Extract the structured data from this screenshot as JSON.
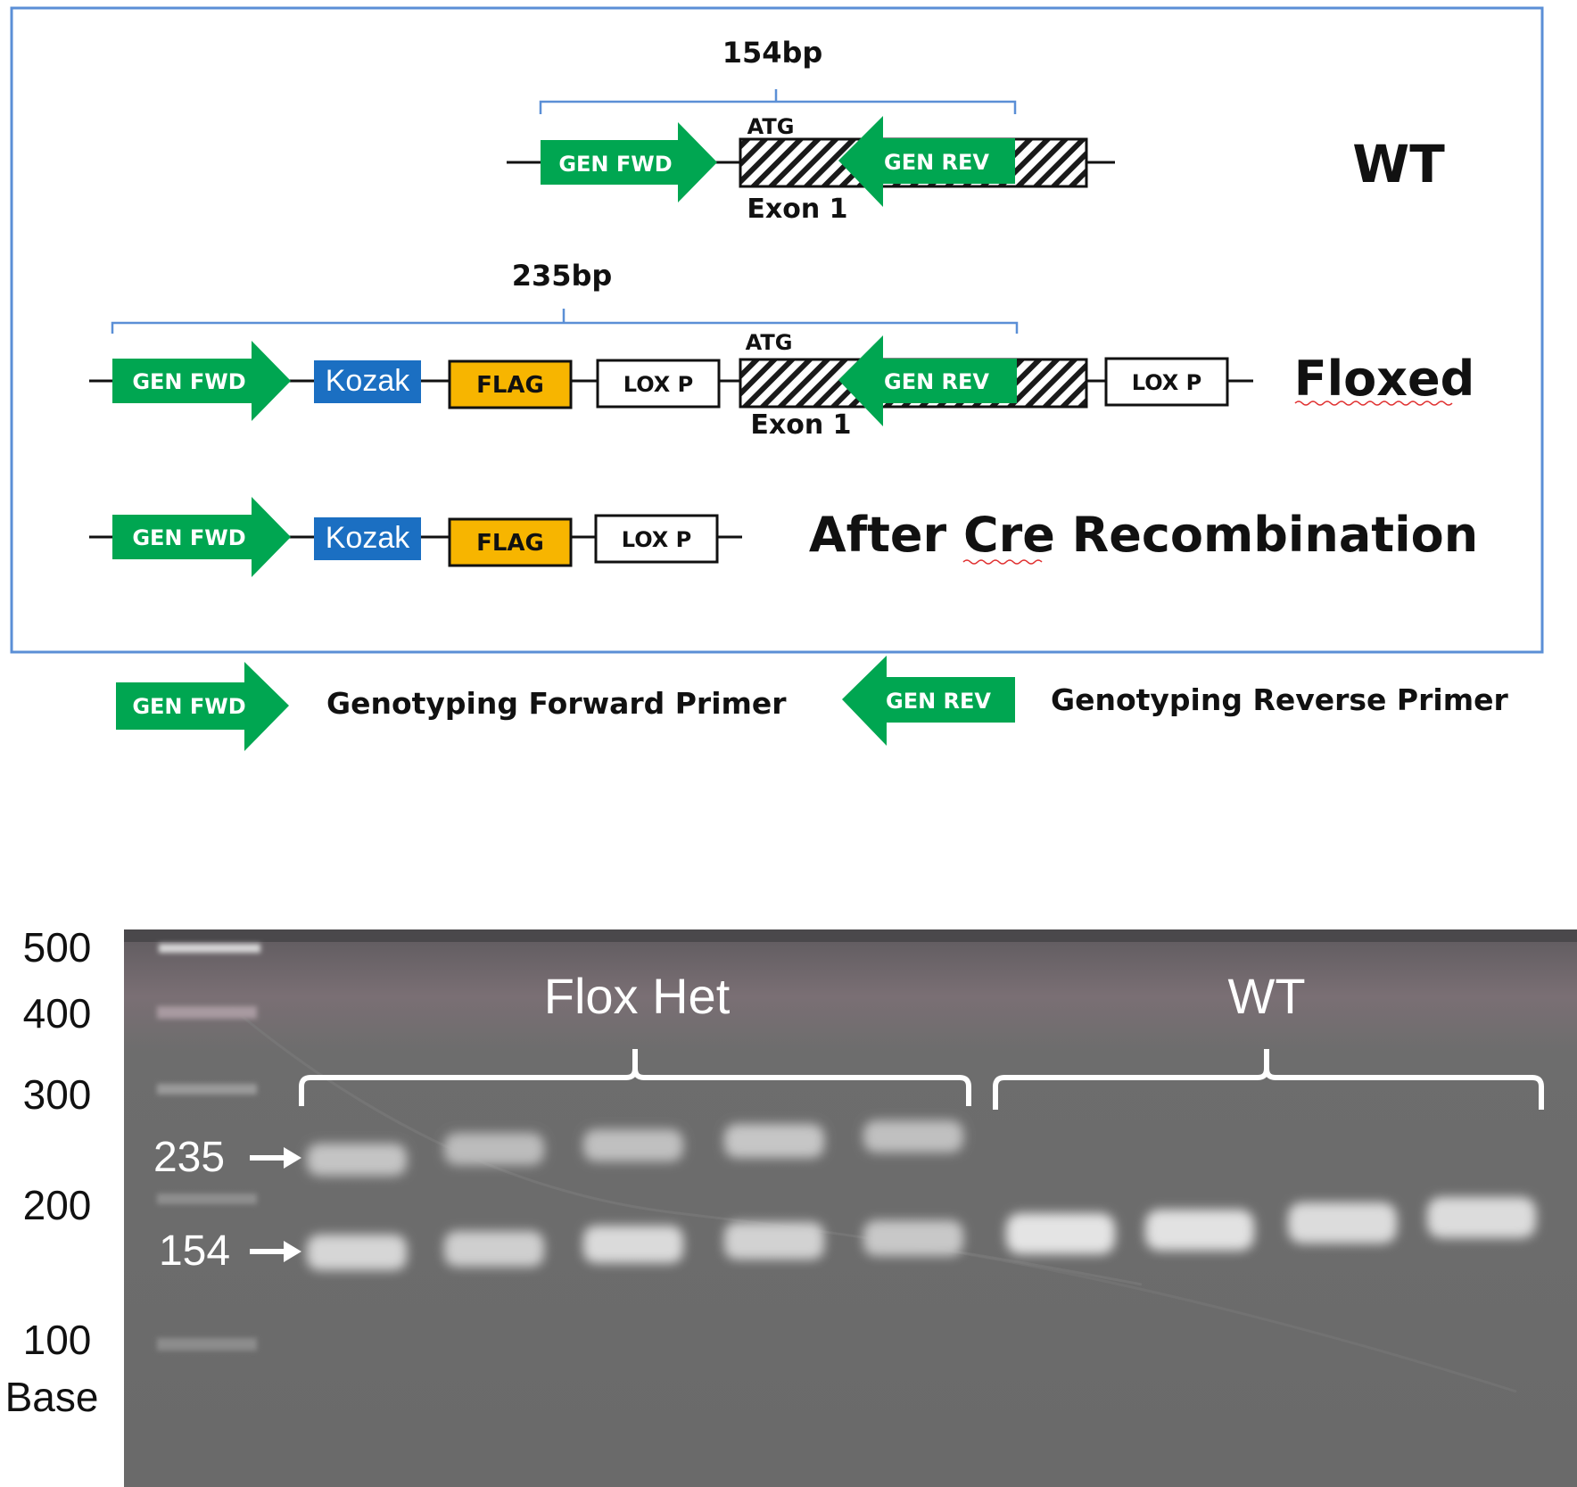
{
  "colors": {
    "primer_green": "#00a651",
    "kozak_blue": "#1b6fc2",
    "flag_yellow": "#f7b500",
    "frame_blue": "#5b8fd6",
    "bracket_blue": "#5b8fd6",
    "gel_bg": "#6f6f6f"
  },
  "diagram": {
    "wt": {
      "size_label": "154bp",
      "atg": "ATG",
      "exon": "Exon 1",
      "fwd": "GEN FWD",
      "rev": "GEN REV",
      "row_label": "WT"
    },
    "floxed": {
      "size_label": "235bp",
      "atg": "ATG",
      "exon": "Exon 1",
      "fwd": "GEN FWD",
      "kozak": "Kozak",
      "flag": "FLAG",
      "loxp_1": "LOX P",
      "rev": "GEN REV",
      "loxp_2": "LOX P",
      "row_label": "Floxed"
    },
    "cre": {
      "fwd": "GEN FWD",
      "kozak": "Kozak",
      "flag": "FLAG",
      "loxp": "LOX P",
      "row_label": "After Cre Recombination"
    },
    "legend": {
      "fwd_icon": "GEN FWD",
      "fwd_text": "Genotyping Forward Primer",
      "rev_icon": "GEN REV",
      "rev_text": "Genotyping Reverse Primer"
    }
  },
  "gel": {
    "ladder": [
      "500",
      "400",
      "300",
      "200",
      "100"
    ],
    "ladder_unit": "Base",
    "band_235": "235",
    "band_154": "154",
    "group_flox": "Flox Het",
    "group_wt": "WT",
    "lanes_flox": 5,
    "lanes_wt": 4
  }
}
